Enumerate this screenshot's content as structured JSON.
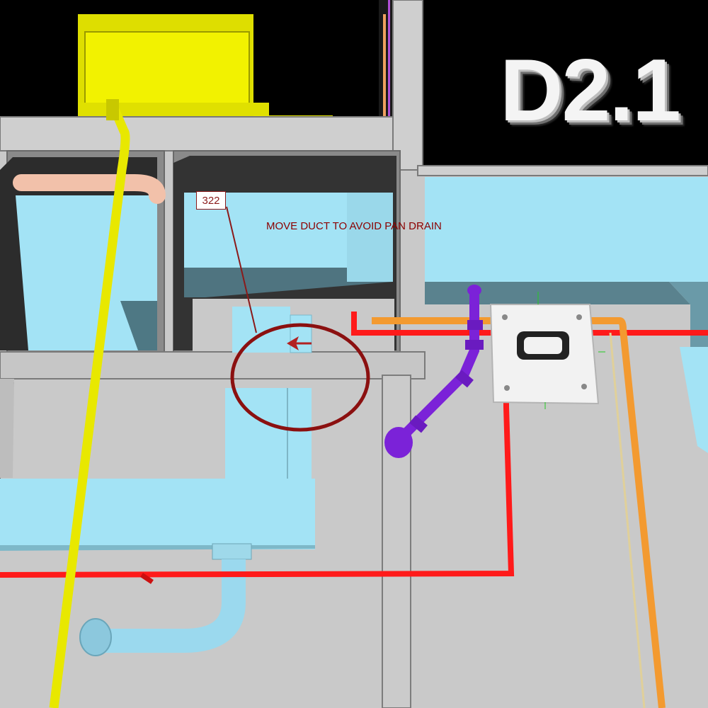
{
  "markup": {
    "tag_number": "322",
    "note_text": "MOVE DUCT TO AVOID PAN DRAIN"
  },
  "grid_label": "D2.1",
  "colors": {
    "background": "#000000",
    "slab": "#c8c8c8",
    "slab_edge": "#8c8c8c",
    "duct": "#a2e2f4",
    "duct_shade": "#507a86",
    "yellow_pipe": "#e8e800",
    "red_pipe": "#ff1a1a",
    "orange_pipe": "#f2962e",
    "purple_pipe": "#7b1fd6",
    "markup": "#8b1a1a",
    "tan_pipe": "#f2bfa8"
  }
}
